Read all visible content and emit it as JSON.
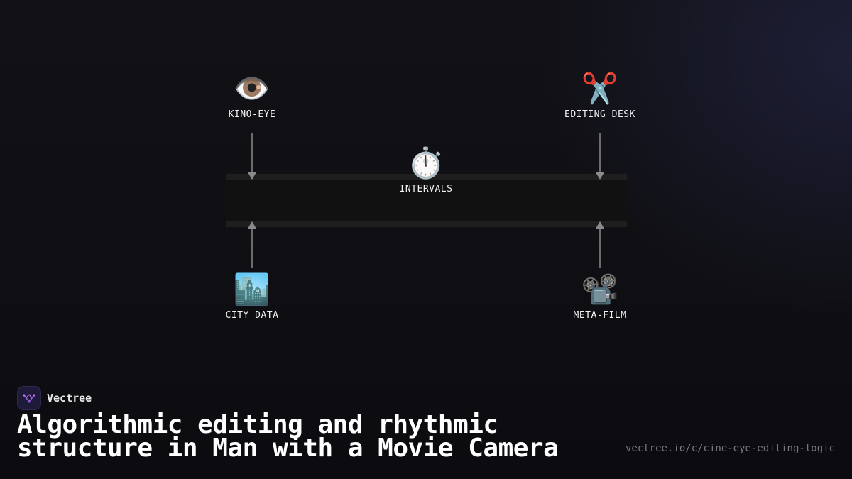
{
  "diagram": {
    "nodes": {
      "kino_eye": {
        "icon": "eye-icon",
        "glyph": "👁️",
        "label": "KINO-EYE"
      },
      "editing_desk": {
        "icon": "scissors-icon",
        "glyph": "✂️",
        "label": "EDITING DESK"
      },
      "intervals": {
        "icon": "stopwatch-icon",
        "glyph": "⏱️",
        "label": "INTERVALS"
      },
      "city_data": {
        "icon": "cityscape-icon",
        "glyph": "🏙️",
        "label": "CITY DATA"
      },
      "meta_film": {
        "icon": "film-projector-icon",
        "glyph": "📽️",
        "label": "META-FILM"
      }
    },
    "colors": {
      "arrow": "#8a8a8a",
      "band": "#111111",
      "band_edge": "#1e1e1e"
    }
  },
  "footer": {
    "brand_name": "Vectree",
    "brand_logo_icon": "vectree-logo-icon",
    "title": "Algorithmic editing and rhythmic structure in Man with a Movie Camera",
    "url": "vectree.io/c/cine-eye-editing-logic"
  },
  "colors": {
    "background": "#0f0f13",
    "accent": "#9b5de5"
  }
}
